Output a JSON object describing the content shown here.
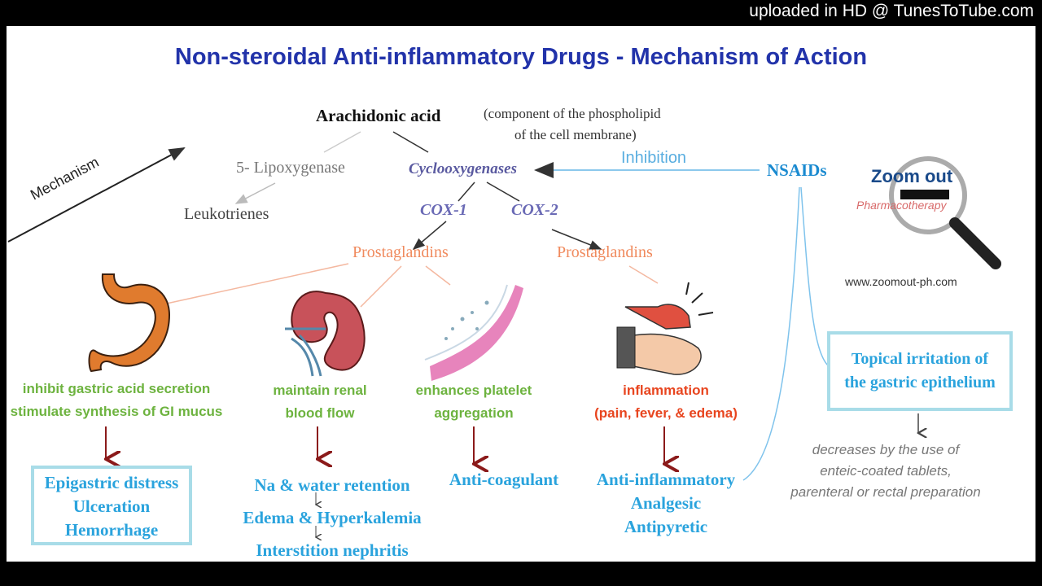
{
  "watermark": "uploaded in HD @ TunesToTube.com",
  "title": "Non-steroidal Anti-inflammatory Drugs - Mechanism of Action",
  "mechanism_label": "Mechanism",
  "arachidonic": "Arachidonic acid",
  "arachidonic_note_1": "(component of the phospholipid",
  "arachidonic_note_2": "of the cell membrane)",
  "lipoxygenase": "5- Lipoxygenase",
  "leukotrienes": "Leukotrienes",
  "cyclooxygenases": "Cyclooxygenases",
  "inhibition": "Inhibition",
  "nsaids": "NSAIDs",
  "cox1": "COX-1",
  "cox2": "COX-2",
  "prostaglandins_left": "Prostaglandins",
  "prostaglandins_right": "Prostaglandins",
  "logo": {
    "text": "Zoom out",
    "subtitle": "Pharmacotherapy",
    "url": "www.zoomout-ph.com"
  },
  "effects": {
    "gastric_1": "inhibit gastric acid secretion",
    "gastric_2": "stimulate synthesis of GI mucus",
    "renal_1": "maintain renal",
    "renal_2": "blood flow",
    "platelet_1": "enhances platelet",
    "platelet_2": "aggregation",
    "inflam_1": "inflammation",
    "inflam_2": "(pain, fever, & edema)"
  },
  "outcomes": {
    "gastric": [
      "Epigastric distress",
      "Ulceration",
      "Hemorrhage"
    ],
    "renal": [
      "Na & water retention",
      "Edema & Hyperkalemia",
      "Interstition nephritis"
    ],
    "platelet": "Anti-coagulant",
    "inflam": [
      "Anti-inflammatory",
      "Analgesic",
      "Antipyretic"
    ]
  },
  "topical_1": "Topical irritation of",
  "topical_2": "the gastric epithelium",
  "decreases": [
    "decreases by the use of",
    "enteic-coated tablets,",
    "parenteral or rectal preparation"
  ],
  "colors": {
    "title": "#2233aa",
    "green": "#6db33f",
    "red": "#e8451f",
    "blue": "#2aa3dd",
    "orange": "#f08a5d",
    "arrow_red": "#8b1a1a"
  }
}
